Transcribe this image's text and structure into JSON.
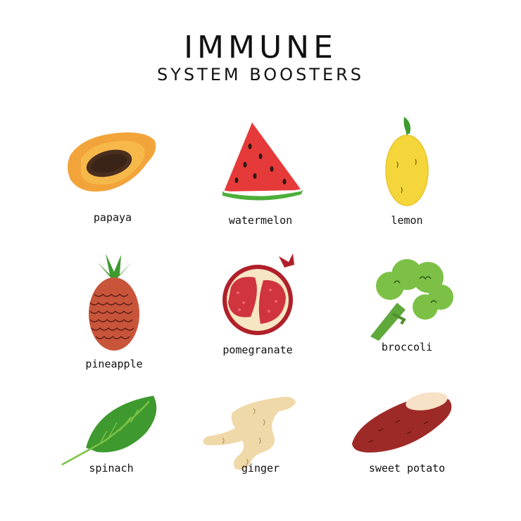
{
  "header": {
    "title": "IMMUNE",
    "subtitle": "SYSTEM BOOSTERS"
  },
  "items": [
    {
      "label": "papaya",
      "icon": "papaya-icon"
    },
    {
      "label": "watermelon",
      "icon": "watermelon-icon"
    },
    {
      "label": "lemon",
      "icon": "lemon-icon"
    },
    {
      "label": "pineapple",
      "icon": "pineapple-icon"
    },
    {
      "label": "pomegranate",
      "icon": "pomegranate-icon"
    },
    {
      "label": "broccoli",
      "icon": "broccoli-icon"
    },
    {
      "label": "spinach",
      "icon": "spinach-icon"
    },
    {
      "label": "ginger",
      "icon": "ginger-icon"
    },
    {
      "label": "sweet potato",
      "icon": "sweet-potato-icon"
    }
  ],
  "colors": {
    "papaya": "#F2A43A",
    "watermelon": "#E63A3A",
    "lemon": "#F4D63A",
    "pineapple": "#C8553A",
    "pomegranate": "#C8303A",
    "broccoli": "#7CC146",
    "spinach": "#3E9A2E",
    "ginger": "#F0D9A8",
    "sweet_potato": "#9E2A28"
  }
}
